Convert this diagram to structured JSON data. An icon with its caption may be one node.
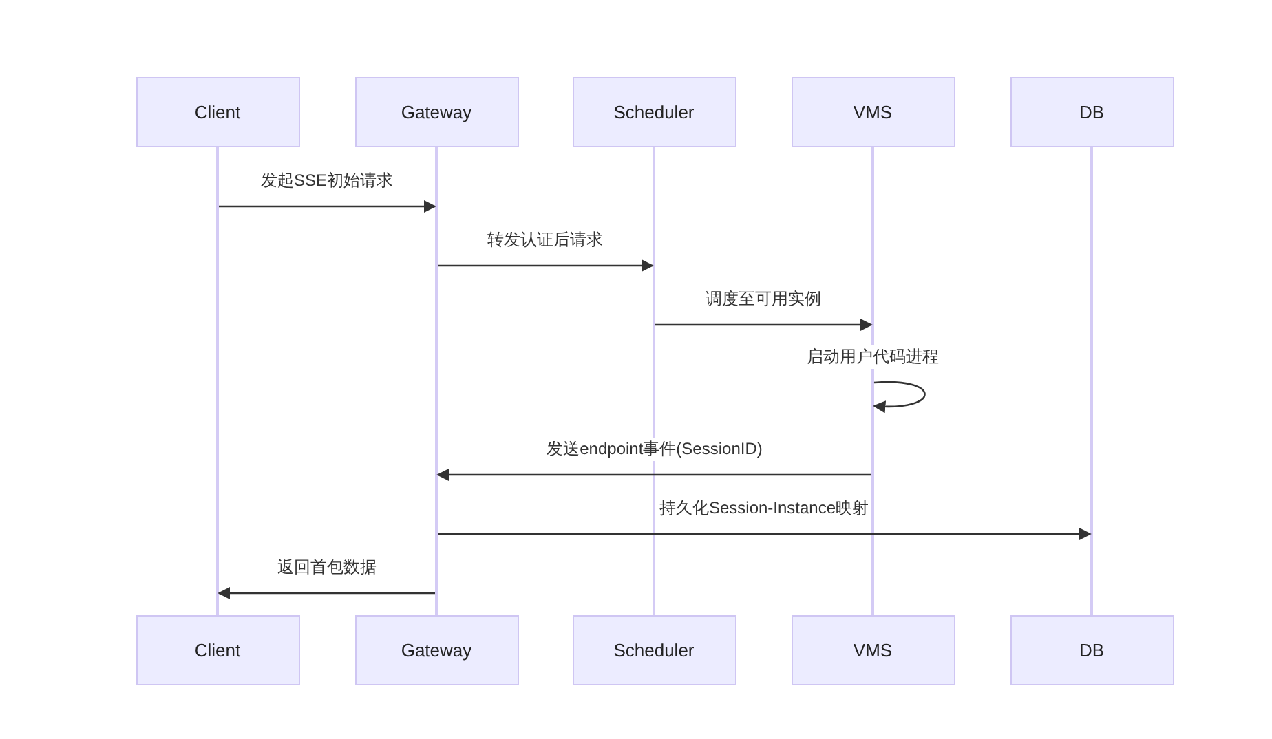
{
  "diagram": {
    "nodes": [
      {
        "text": [
          "Client"
        ]
      },
      {
        "text": [
          "Gateway"
        ]
      },
      {
        "text": [
          "Scheduler"
        ]
      },
      {
        "text": [
          "VMS"
        ]
      },
      {
        "text": [
          "DB"
        ]
      },
      {
        "text": [],
        "shape": "bar"
      },
      {
        "text": [],
        "shape": "bar"
      },
      {
        "text": [],
        "shape": "bar"
      },
      {
        "text": [],
        "shape": "bar"
      },
      {
        "text": [],
        "shape": "bar"
      },
      {
        "text": [
          "Client"
        ]
      },
      {
        "text": [
          "Gateway"
        ]
      },
      {
        "text": [
          "Scheduler"
        ]
      },
      {
        "text": [
          "VMS"
        ]
      },
      {
        "text": [
          "DB"
        ]
      }
    ],
    "edges": [
      {
        "from": 5,
        "to": 6,
        "arrow": "to",
        "label": "发起SSE初始请求"
      },
      {
        "from": 6,
        "to": 7,
        "arrow": "to",
        "label": "转发认证后请求"
      },
      {
        "from": 7,
        "to": 8,
        "arrow": "to",
        "label": "调度至可用实例"
      },
      {
        "from": 8,
        "to": 8,
        "arrow": "to",
        "label": "启动用户代码进程"
      },
      {
        "from": 8,
        "to": 6,
        "arrow": "to",
        "label": "发送endpoint事件(SessionID)"
      },
      {
        "from": 6,
        "to": 9,
        "arrow": "to",
        "label": "持久化Session-Instance映射"
      },
      {
        "from": 6,
        "to": 5,
        "arrow": "to",
        "label": "返回首包数据"
      }
    ]
  }
}
